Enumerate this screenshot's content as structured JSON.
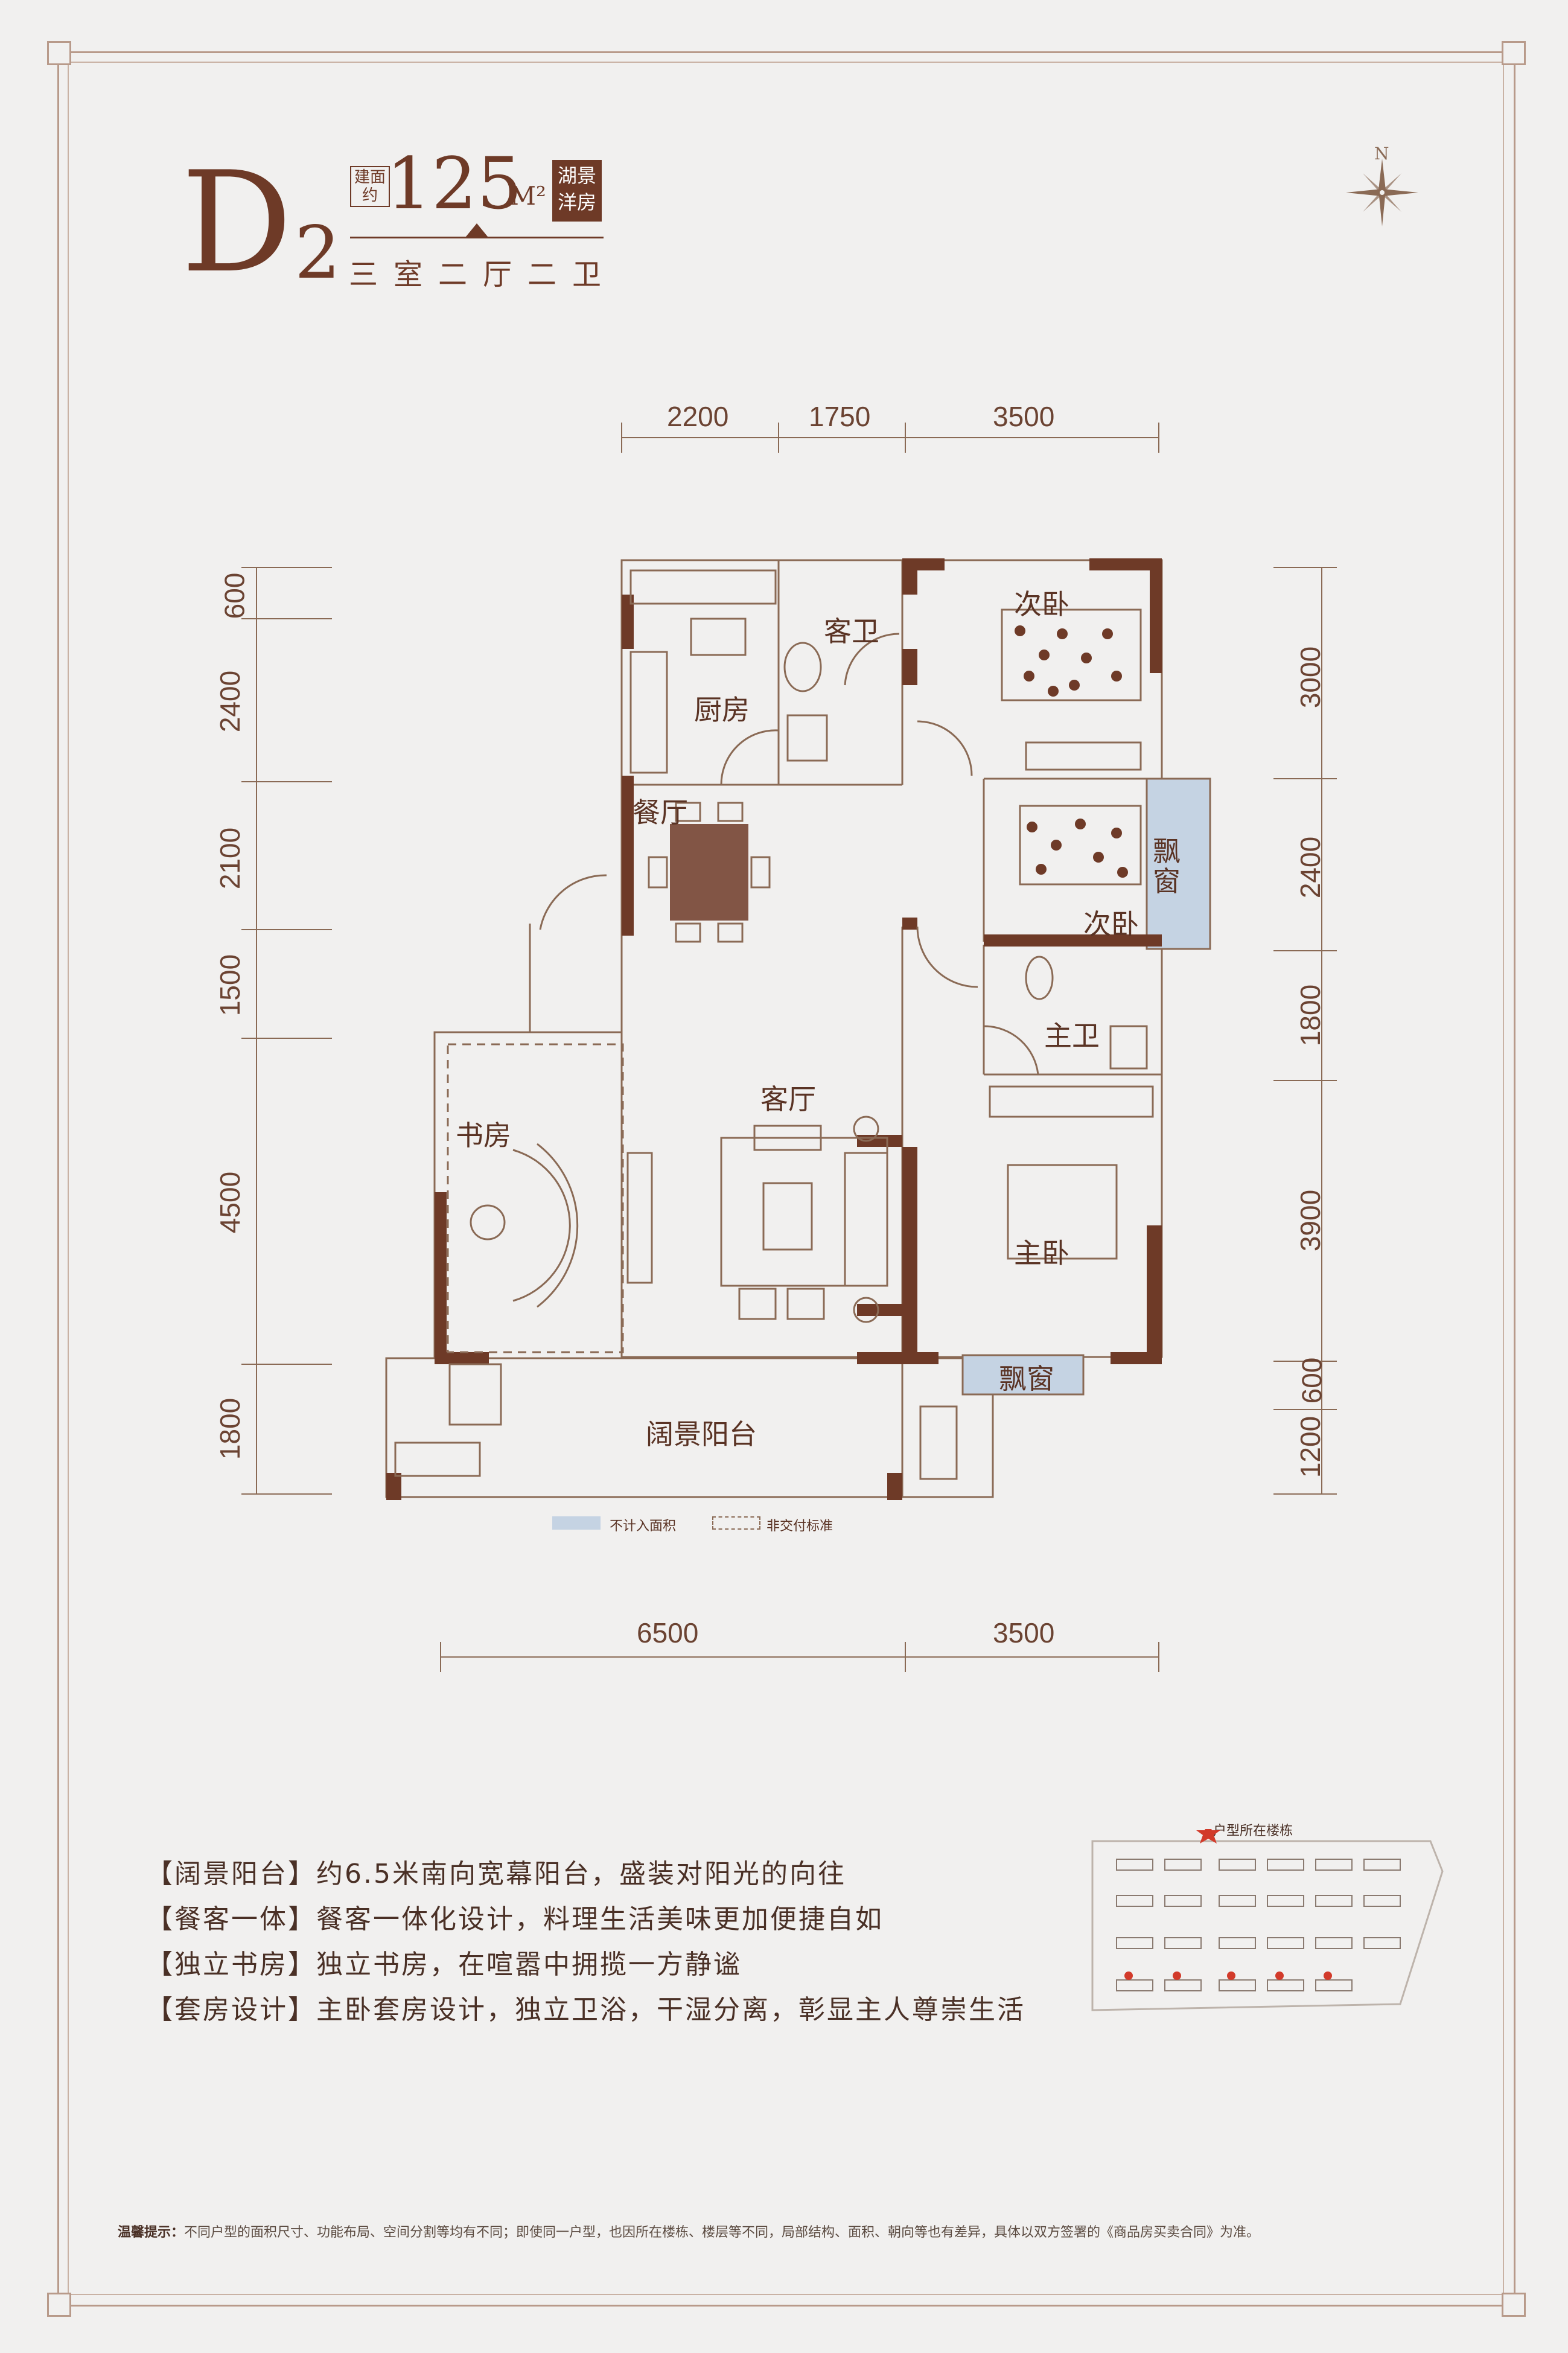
{
  "header": {
    "unit_code": "D",
    "unit_sub": "2",
    "area_prefix": "建面约",
    "area_value": "125",
    "area_unit": "M²",
    "badge": "湖景洋房",
    "layout": "三室二厅二卫"
  },
  "compass": {
    "label": "N"
  },
  "dimensions": {
    "top": [
      "2200",
      "1750",
      "3500"
    ],
    "bottom": [
      "6500",
      "3500"
    ],
    "left": [
      "600",
      "2400",
      "2100",
      "1500",
      "4500",
      "1800"
    ],
    "right": [
      "3000",
      "2400",
      "1800",
      "3900",
      "600",
      "1200"
    ]
  },
  "rooms": {
    "kitchen": "厨房",
    "guest_bath": "客卫",
    "second_bed_1": "次卧",
    "second_bed_2": "次卧",
    "bay_window_1": "飘窗",
    "bay_window_2": "飘窗",
    "dining": "餐厅",
    "master_bath": "主卫",
    "living": "客厅",
    "study": "书房",
    "master_bed": "主卧",
    "balcony": "阔景阳台"
  },
  "legend": {
    "excluded_area": "不计入面积",
    "non_standard": "非交付标准",
    "colors": {
      "excluded": "#c5d3e3",
      "wall": "#6e3a27",
      "line": "#8a6a55"
    }
  },
  "features": [
    "【阔景阳台】约6.5米南向宽幕阳台，盛装对阳光的向往",
    "【餐客一体】餐客一体化设计，料理生活美味更加便捷自如",
    "【独立书房】独立书房，在喧嚣中拥揽一方静谧",
    "【套房设计】主卧套房设计，独立卫浴，干湿分离，彰显主人尊崇生活"
  ],
  "sitemap": {
    "title": "户型所在楼栋"
  },
  "notice": {
    "label": "温馨提示：",
    "text": "不同户型的面积尺寸、功能布局、空间分割等均有不同；即使同一户型，也因所在楼栋、楼层等不同，局部结构、面积、朝向等也有差异，具体以双方签署的《商品房买卖合同》为准。"
  }
}
